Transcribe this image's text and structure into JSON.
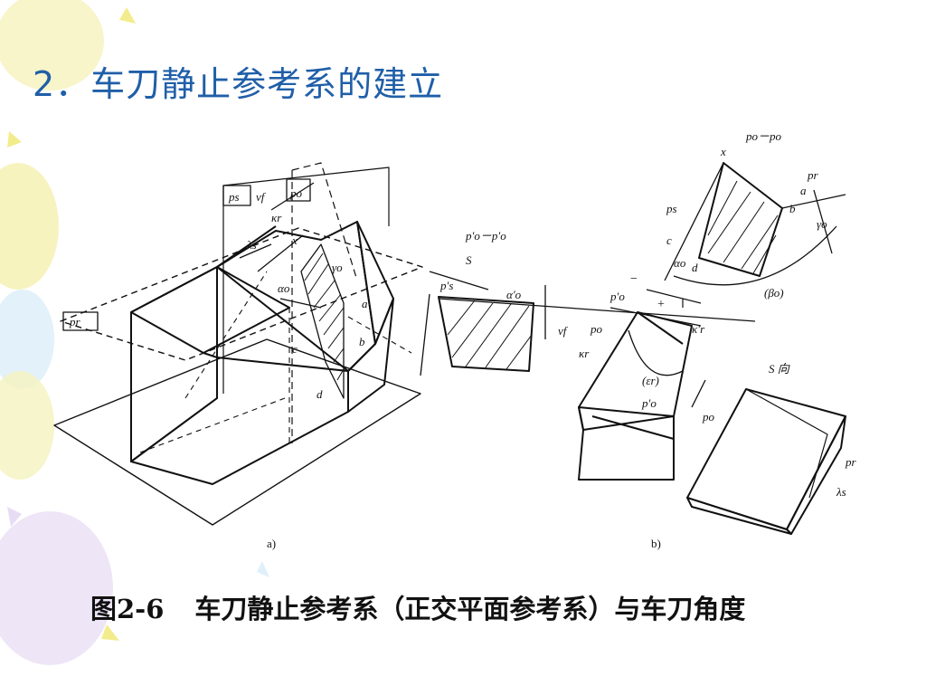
{
  "slide": {
    "title": "2．车刀静止参考系的建立",
    "caption_number": "图2-6",
    "caption_text": "车刀静止参考系（正交平面参考系）与车刀角度"
  },
  "figure": {
    "panel_a_label": "a)",
    "panel_b_label": "b)",
    "labels_a": {
      "ps": "ps",
      "vf": "vf",
      "po": "po",
      "kr": "κr",
      "ls": "λs",
      "x": "x",
      "ao": "αo",
      "go": "γo",
      "a": "a",
      "b": "b",
      "c": "c",
      "d": "d",
      "pr": "pr"
    },
    "labels_b": {
      "section_oo": "p′o－p′o",
      "section_top": "po－po",
      "S": "S",
      "ps_prime": "p′s",
      "ao_prime": "α′o",
      "po_prime": "p′o",
      "vf": "vf",
      "po": "po",
      "kr": "κr",
      "kr_prime": "κ′r",
      "eps": "(εr)",
      "beta": "(βo)",
      "pr": "pr",
      "ps": "ps",
      "x": "x",
      "a": "a",
      "b": "b",
      "c": "c",
      "d": "d",
      "ao": "αo",
      "go": "γo",
      "S_dir": "S 向",
      "ls": "λs",
      "minus": "−",
      "plus": "+"
    }
  },
  "colors": {
    "title": "#1f5fa8",
    "line": "#111111",
    "balloon_yellow": "#f4f1b4",
    "balloon_purple": "#ece2f6",
    "balloon_blue": "#dff0fa"
  }
}
